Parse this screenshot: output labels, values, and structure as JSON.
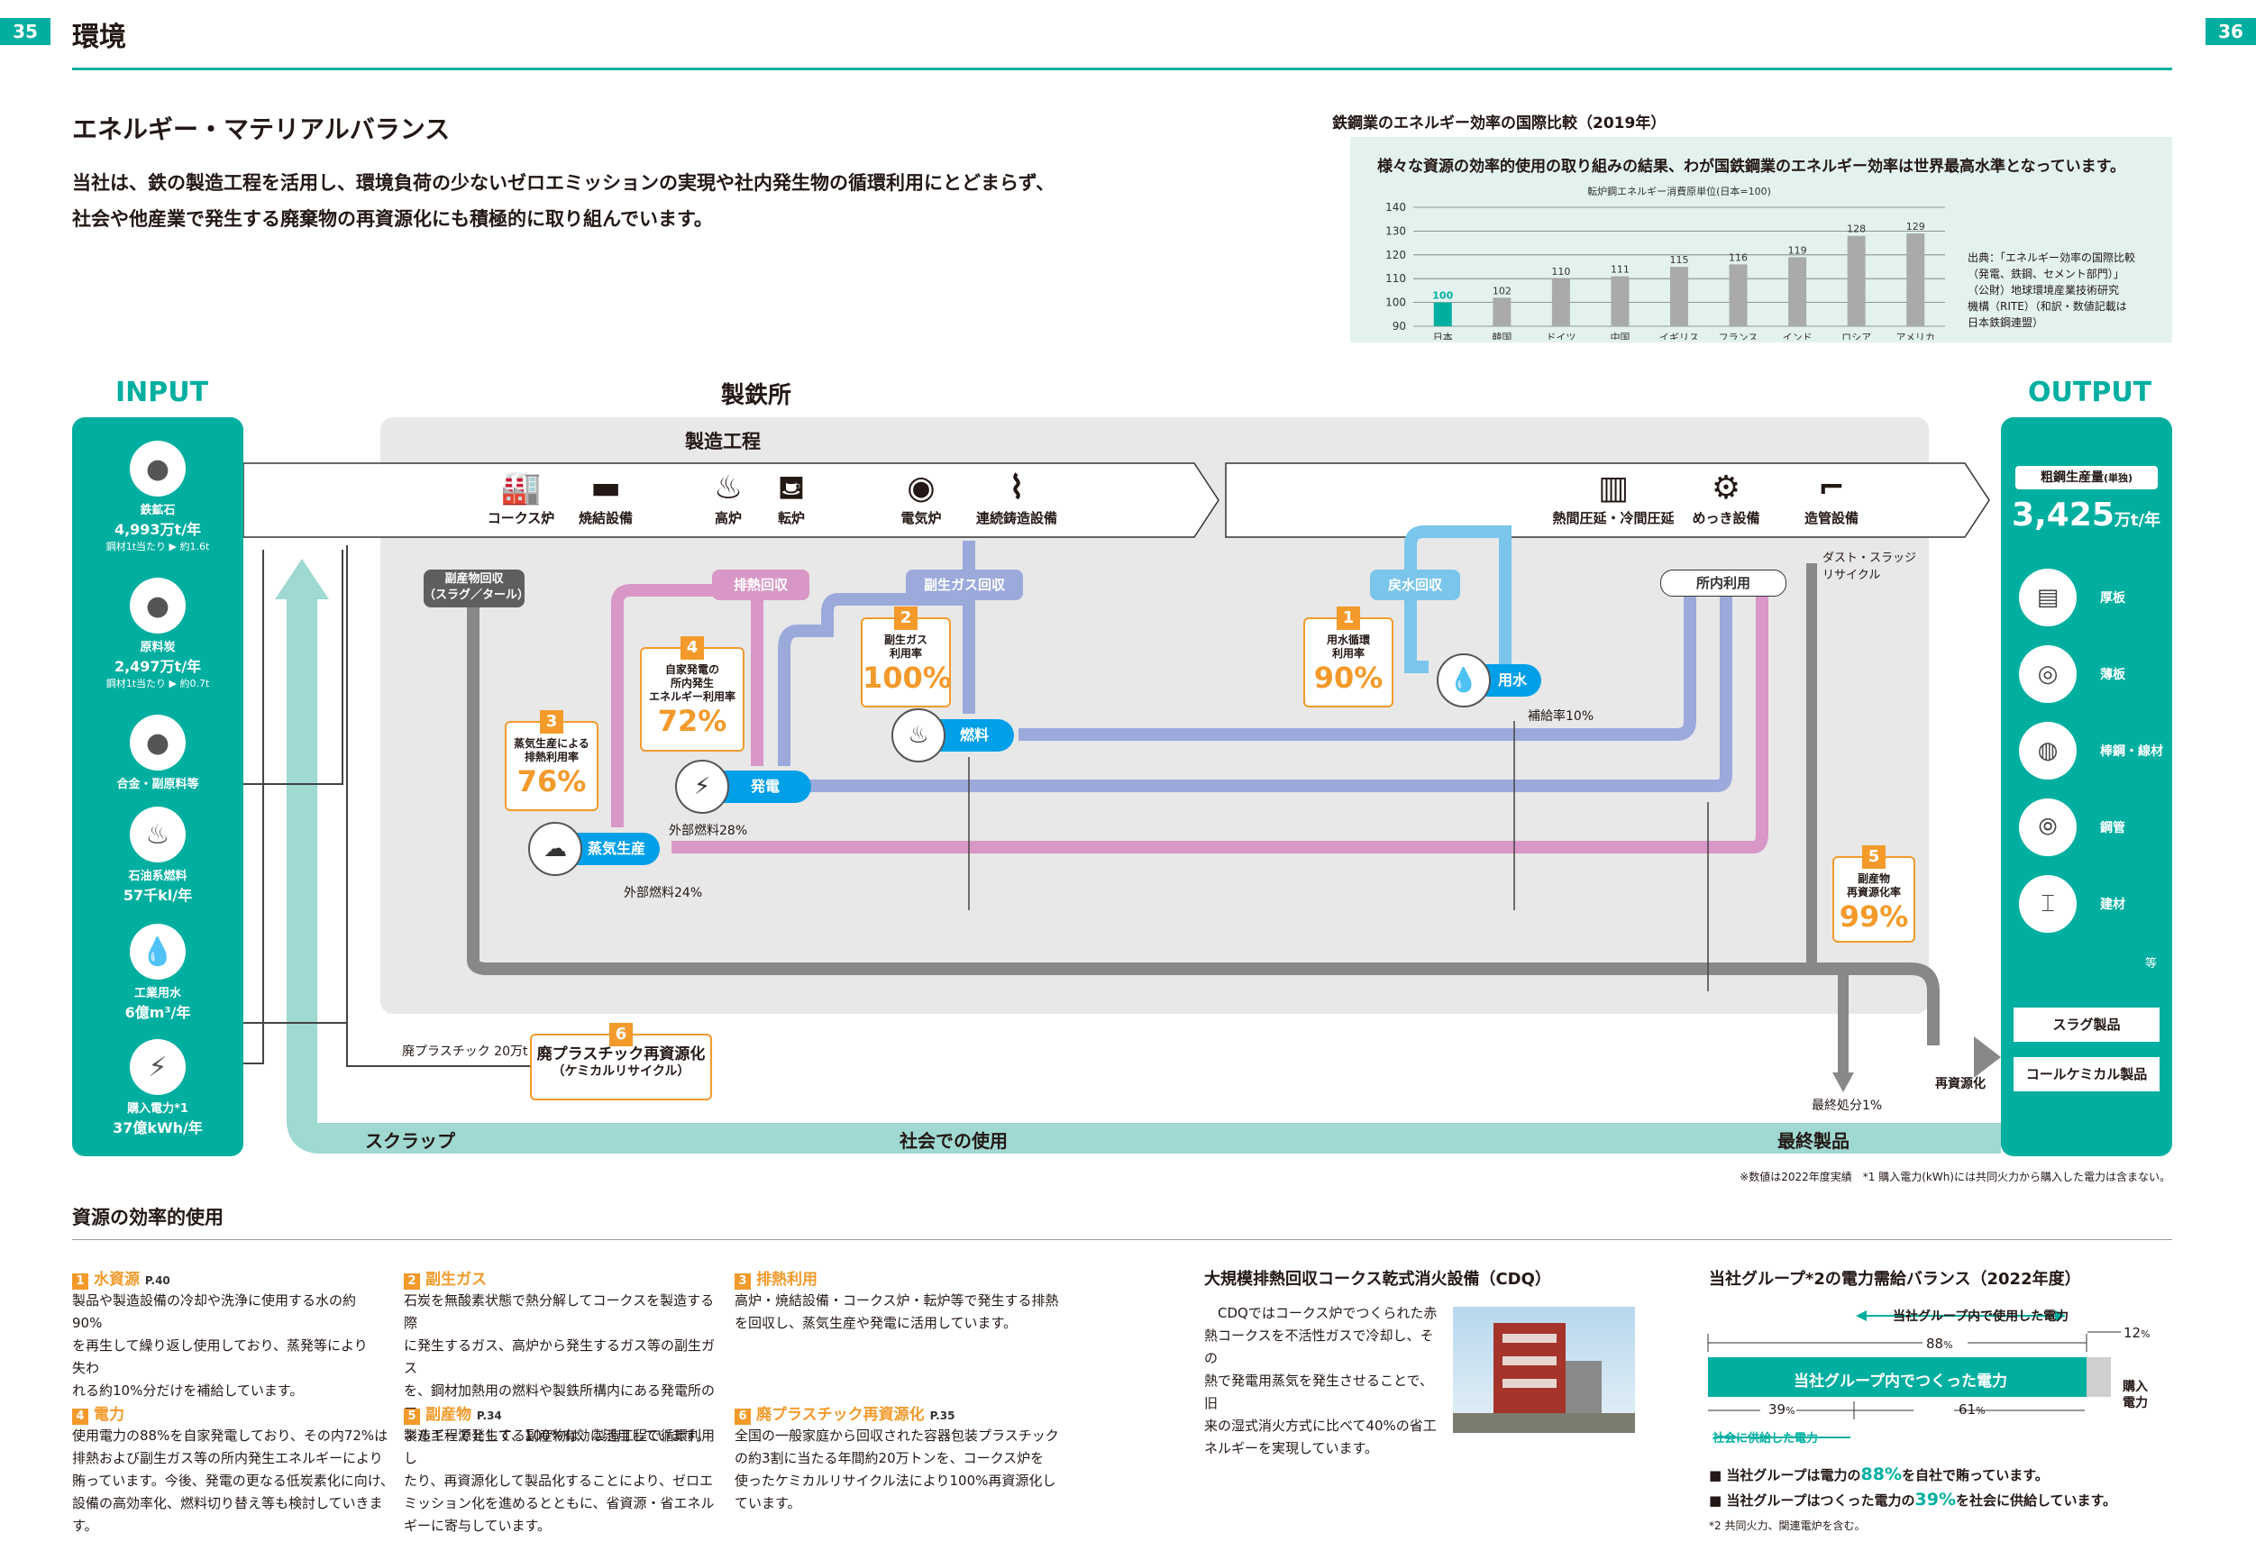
{
  "header": {
    "page_left": "35",
    "page_right": "36",
    "section": "環境"
  },
  "intro": {
    "title": "エネルギー・マテリアルバランス",
    "line1": "当社は、鉄の製造工程を活用し、環境負荷の少ないゼロエミッションの実現や社内発生物の循環利用にとどまらず、",
    "line2": "社会や他産業で発生する廃棄物の再資源化にも積極的に取り組んでいます。"
  },
  "chart_box": {
    "title": "鉄鋼業のエネルギー効率の国際比較（2019年）",
    "caption": "様々な資源の効率的使用の取り組みの結果、わが国鉄鋼業のエネルギー効率は世界最高水準となっています。",
    "source": [
      "出典：「エネルギー効率の国際比較",
      "（発電、鉄鋼、セメント部門）」",
      "（公財）地球環境産業技術研究",
      "機構（RITE）（和訳・数値記載は",
      "日本鉄鋼連盟）"
    ],
    "highlight_color": "#00AFA0",
    "bar_color": "#AAAAAA"
  },
  "chart_data": {
    "type": "bar",
    "title": "転炉鋼エネルギー消費原単位(日本=100)",
    "categories": [
      "日本",
      "韓国",
      "ドイツ",
      "中国",
      "イギリス",
      "フランス",
      "インド",
      "ロシア",
      "アメリカ"
    ],
    "values": [
      100,
      102,
      110,
      111,
      115,
      116,
      119,
      128,
      129
    ],
    "ylim": [
      90,
      140
    ],
    "yticks": [
      "140",
      "130",
      "120",
      "110",
      "100",
      "90"
    ],
    "grid": true
  },
  "flow": {
    "input_title": "INPUT",
    "output_title": "OUTPUT",
    "works_title": "製鉄所",
    "process_title": "製造工程",
    "inputs": [
      {
        "icon": "ore-icon",
        "name": "鉄鉱石",
        "val": "4,993万t/年",
        "sub": "鋼材1t当たり ▶ 約1.6t"
      },
      {
        "icon": "coal-icon",
        "name": "原料炭",
        "val": "2,497万t/年",
        "sub": "鋼材1t当たり ▶ 約0.7t"
      },
      {
        "icon": "alloy-icon",
        "name": "合金・副原料等",
        "val": "",
        "sub": ""
      },
      {
        "icon": "fire-icon",
        "name": "石油系燃料",
        "val": "57千kl/年",
        "sub": ""
      },
      {
        "icon": "drop-icon",
        "name": "工業用水",
        "val": "6億m³/年",
        "sub": ""
      },
      {
        "icon": "bolt-icon",
        "name": "購入電力*1",
        "val": "37億kWh/年",
        "sub": ""
      }
    ],
    "processes": [
      "コークス炉",
      "焼結設備",
      "高炉",
      "転炉",
      "電気炉",
      "連続鋳造設備",
      "熱間圧延・冷間圧延",
      "めっき設備",
      "造管設備"
    ],
    "pills": {
      "byproduct": "副産物回収\n（スラグ／タール）",
      "exhaust": "排熱回収",
      "gas": "副生ガス回収",
      "return_water": "戻水回収",
      "internal": "所内利用"
    },
    "nodes": {
      "fuel": "燃料",
      "power": "発電",
      "steam": "蒸気生産",
      "water": "用水"
    },
    "stats": [
      {
        "n": "1",
        "t": "用水循環\n利用率",
        "v": "90%"
      },
      {
        "n": "2",
        "t": "副生ガス\n利用率",
        "v": "100%"
      },
      {
        "n": "3",
        "t": "蒸気生産による\n排熱利用率",
        "v": "76%"
      },
      {
        "n": "4",
        "t": "自家発電の\n所内発生\nエネルギー利用率",
        "v": "72%"
      },
      {
        "n": "5",
        "t": "副産物\n再資源化率",
        "v": "99%"
      },
      {
        "n": "6",
        "t": "廃プラスチック再資源化",
        "v": "（ケミカルリサイクル）"
      }
    ],
    "notes": {
      "ext_fuel_28": "外部燃料28%",
      "ext_fuel_24": "外部燃料24%",
      "supply_water": "補給率10%",
      "dust": "ダスト・スラッジ\nリサイクル",
      "waste_plastic": "廃プラスチック 20万t",
      "final": "最終処分1%",
      "recycle": "再資源化"
    },
    "output": {
      "label": "粗鋼生産量",
      "label_sub": "(単独)",
      "value": "3,425",
      "unit": "万t/年",
      "items": [
        {
          "icon": "plate-icon",
          "name": "厚板"
        },
        {
          "icon": "sheet-coil-icon",
          "name": "薄板"
        },
        {
          "icon": "wire-icon",
          "name": "棒鋼・線材"
        },
        {
          "icon": "pipe-icon",
          "name": "鋼管"
        },
        {
          "icon": "beam-icon",
          "name": "建材"
        }
      ],
      "etc": "等",
      "slag": "スラグ製品",
      "coal_chem": "コールケミカル製品"
    },
    "bottom": {
      "scrap": "スクラップ",
      "society": "社会での使用",
      "final_product": "最終製品"
    },
    "footnote": "※数値は2022年度実績　*1 購入電力(kWh)には共同火力から購入した電力は含まない。"
  },
  "efficiency": {
    "title": "資源の効率的使用",
    "items": [
      {
        "n": "1",
        "h": "水資源",
        "ref": "P.40",
        "body": [
          "製品や製造設備の冷却や洗浄に使用する水の約90%",
          "を再生して繰り返し使用しており、蒸発等により失わ",
          "れる約10%分だけを補給しています。"
        ]
      },
      {
        "n": "2",
        "h": "副生ガス",
        "ref": "",
        "body": [
          "石炭を無酸素状態で熱分解してコークスを製造する際",
          "に発生するガス、高炉から発生するガス等の副生ガス",
          "を、鋼材加熱用の燃料や製鉄所構内にある発電所の工",
          "ネルギー源として、100%有効に活用しています。"
        ]
      },
      {
        "n": "3",
        "h": "排熱利用",
        "ref": "",
        "body": [
          "高炉・焼結設備・コークス炉・転炉等で発生する排熱",
          "を回収し、蒸気生産や発電に活用しています。"
        ]
      },
      {
        "n": "4",
        "h": "電力",
        "ref": "",
        "body": [
          "使用電力の88%を自家発電しており、その内72%は",
          "排熱および副生ガス等の所内発生エネルギーにより",
          "賄っています。今後、発電の更なる低炭素化に向け、",
          "設備の高効率化、燃料切り替え等も検討していきます。"
        ]
      },
      {
        "n": "5",
        "h": "副産物",
        "ref": "P.34",
        "body": [
          "製造工程で発生する副産物は、製造工程で循環利用し",
          "たり、再資源化して製品化することにより、ゼロエ",
          "ミッション化を進めるとともに、省資源・省エネル",
          "ギーに寄与しています。"
        ]
      },
      {
        "n": "6",
        "h": "廃プラスチック再資源化",
        "ref": "P.35",
        "body": [
          "全国の一般家庭から回収された容器包装プラスチック",
          "の約3割に当たる年間約20万トンを、コークス炉を",
          "使ったケミカルリサイクル法により100%再資源化し",
          "ています。"
        ]
      }
    ]
  },
  "cdq": {
    "title": "大規模排熱回収コークス乾式消火設備（CDQ）",
    "body": [
      "CDQではコークス炉でつくられた赤",
      "熱コークスを不活性ガスで冷却し、その",
      "熱で発電用蒸気を発生させることで、旧",
      "来の湿式消火方式に比べて40%の省工",
      "ネルギーを実現しています。"
    ]
  },
  "power": {
    "title": "当社グループ*2の電力需給バランス（2022年度）",
    "used_label": "当社グループ内で使用した電力",
    "made_label": "当社グループ内でつくった電力",
    "p88": "88",
    "p12": "12",
    "p39": "39",
    "p61": "61",
    "pct": "%",
    "purchase": "購入\n電力",
    "society": "社会に供給した電力",
    "bullet1_a": "■ 当社グループは電力の",
    "bullet1_b": "88%",
    "bullet1_c": "を自社で賄っています。",
    "bullet2_a": "■ 当社グループはつくった電力の",
    "bullet2_b": "39%",
    "bullet2_c": "を社会に供給しています。",
    "note": "*2 共同火力、関連電炉を含む。"
  }
}
